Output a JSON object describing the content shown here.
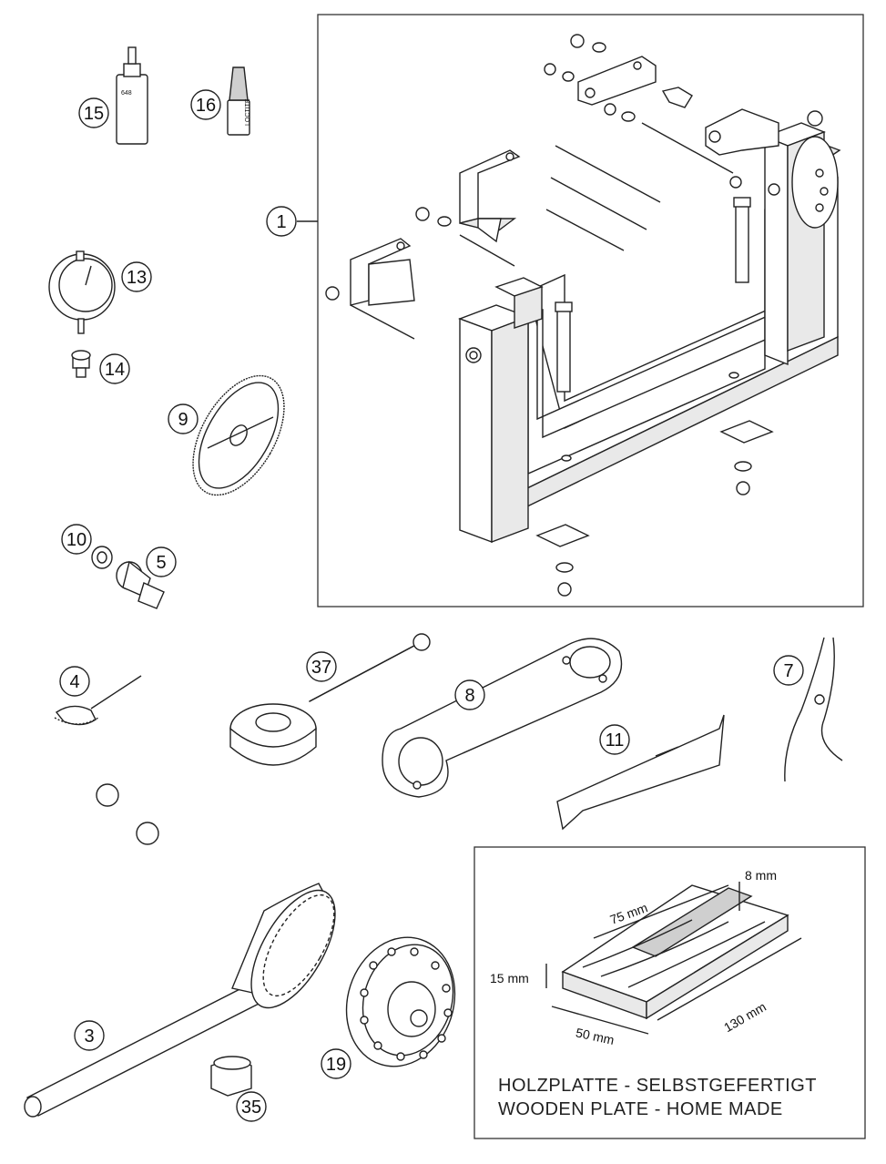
{
  "callouts": {
    "c1": "1",
    "c3": "3",
    "c4": "4",
    "c5": "5",
    "c7": "7",
    "c8": "8",
    "c9": "9",
    "c10": "10",
    "c11": "11",
    "c13": "13",
    "c14": "14",
    "c15": "15",
    "c16": "16",
    "c19": "19",
    "c35": "35",
    "c37": "37"
  },
  "bottle_labels": {
    "b15": "648",
    "b16": "LOCTITE"
  },
  "wooden_plate": {
    "dim_thickness_top": "8 mm",
    "dim_length_groove": "75 mm",
    "dim_height": "15 mm",
    "dim_length": "130 mm",
    "dim_width": "50 mm",
    "caption_de": "HOLZPLATTE - SELBSTGEFERTIGT",
    "caption_en": "WOODEN PLATE - HOME MADE"
  }
}
